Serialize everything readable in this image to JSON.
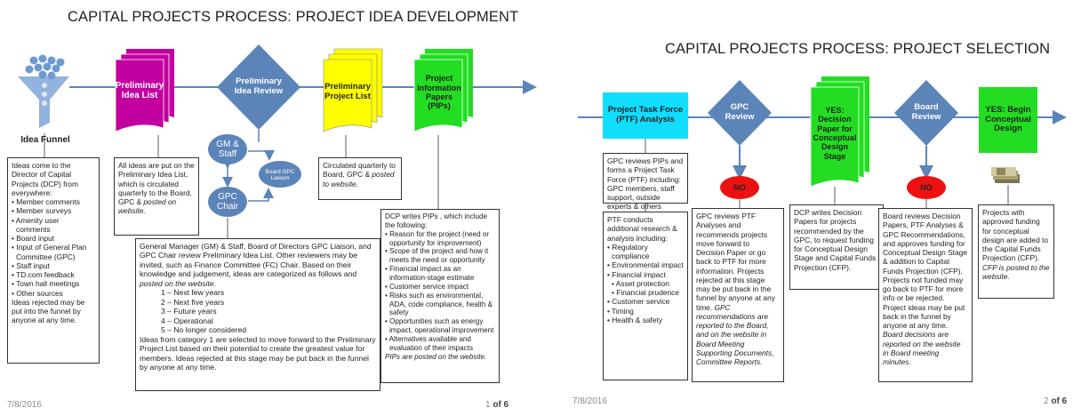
{
  "slide1": {
    "title": "CAPITAL PROJECTS PROCESS:  PROJECT IDEA DEVELOPMENT",
    "date": "7/8/2016",
    "page_num": "1",
    "page_of": " of 6",
    "funnel_label": "Idea Funnel",
    "list_label": "Preliminary Idea List",
    "review_label": "Preliminary Idea Review",
    "project_list_label": "Preliminary Project List",
    "pips_label": "Project Information Papers (PIPs)",
    "gm_label": "GM & Staff",
    "gpc_chair_label": "GPC Chair",
    "board_liaison_label": "Board GPC Liaison",
    "funnel_text": {
      "intro": "Ideas come to the Director of Capital Projects (DCP) from everywhere:",
      "items": [
        "• Member comments",
        "• Member surveys",
        "• Amenity user comments",
        "• Board input",
        "• Input of General Plan Committee (GPC)",
        "• Staff input",
        "• TD.com feedback",
        "• Town hall meetings",
        "• Other sources"
      ],
      "outro": "Ideas rejected may be put into the funnel by anyone at any time."
    },
    "list_text": {
      "main": "All ideas are put on the Preliminary Idea List, which is circulated quarterly to the Board, GPC & ",
      "italic": "posted on website."
    },
    "review_text": {
      "main": "General Manager (GM) & Staff, Board of Directors GPC Liaison, and GPC Chair review Preliminary Idea List. Other reviewers may be invited, such as Finance Committee (FC) Chair. Based on their knowledge and judgement, ideas are categorized as follows and ",
      "italic": "posted on the website",
      "period": ".",
      "categories": [
        "1 – Next few years",
        "2 – Next five years",
        "3 – Future years",
        "4 – Operational",
        "5 – No longer considered"
      ],
      "outro": "Ideas from category 1 are selected to move forward to the Preliminary Project List based on their potential to create the greatest value for members. Ideas rejected at this stage may be put back in the funnel by anyone at any time."
    },
    "project_list_text": {
      "main": "Circulated quarterly to Board, GPC & ",
      "italic": "posted  to website."
    },
    "pips_text": {
      "intro": "DCP writes PIPs , which include the following:",
      "items": [
        "• Reason for the project (need or opportunity for improvement)",
        "• Scope of the project and how it meets the need or opportunity",
        "• Financial impact as an information-stage estimate",
        "• Customer service impact",
        "• Risks such as environmental, ADA, code compliance, health & safety",
        "• Opportunities such as energy impact, operational improvement",
        "• Alternatives available and evaluation of their impacts"
      ],
      "italic": "PIPs are posted on the website."
    }
  },
  "slide2": {
    "title": "CAPITAL PROJECTS PROCESS:  PROJECT SELECTION",
    "date": "7/8/2016",
    "page_num": "2",
    "page_of": " of 6",
    "ptf_label": "Project Task Force (PTF) Analysis",
    "gpc_review_label": "GPC Review",
    "decision_label": "YES: Decision Paper  for Conceptual Design Stage",
    "board_review_label": "Board Review",
    "begin_label": "YES: Begin Conceptual Design",
    "no_label": "NO",
    "ptf_text1": "GPC reviews PIPs and forms a Project Task Force (PTF) including: GPC members, staff support, outside experts & others",
    "ptf_text2": {
      "intro": "PTF conducts additional research & analysis  including:",
      "items": [
        "• Regulatory compliance",
        "• Environmental impact",
        "• Financial impact"
      ],
      "subitems": [
        "• Asset protection",
        "• Financial prudence"
      ],
      "items2": [
        "• Customer service",
        "• Timing",
        "• Health & safety"
      ]
    },
    "gpc_text": {
      "main": "GPC reviews PTF Analyses and recommends projects move forward to Decision Paper or go back to PTF for more information. Projects rejected at this stage may be put back in the funnel  by anyone at any time. ",
      "italic": "GPC recommendations are reported to the Board, and on the website in Board Meeting Supporting Documents, Committee Reports."
    },
    "decision_text": "DCP writes Decision Papers for projects recommended by the GPC, to request funding for Conceptual Design Stage and Capital Funds Projection (CFP).",
    "board_text": {
      "main": "Board reviews Decision Papers, PTF Analyses & GPC Recommendations, and approves funding for Conceptual Design Stage & addition to Capital Funds Projection (CFP). Projects not funded may go back to PTF for more info or be rejected. Project ideas may be put back in the funnel by anyone at any time. ",
      "italic": "Board decisions are reported on the website in Board meeting minutes."
    },
    "begin_text": {
      "main": "Projects with approved funding for conceptual design are added to the Capital Funds Projection (CFP). ",
      "italic": "CFP is posted to the website."
    }
  },
  "colors": {
    "arrow": "#5b84b9",
    "diamond": "#5b84b9",
    "magenta": "#c200a0",
    "yellow": "#ffff00",
    "green": "#22dd22",
    "cyan": "#11ddff",
    "no_red": "#ee1111"
  },
  "icons": [
    "funnel-icon",
    "money-icon"
  ]
}
